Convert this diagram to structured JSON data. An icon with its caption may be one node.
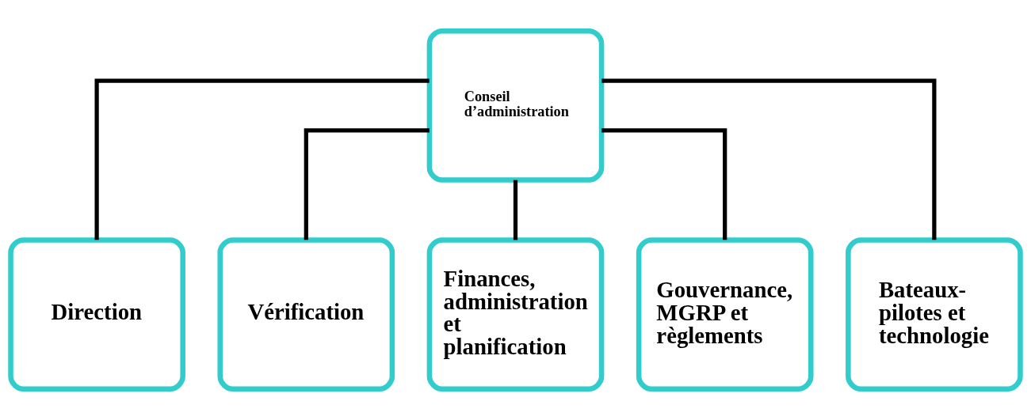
{
  "diagram": {
    "nodes": [
      {
        "text": [
          "Conseil d’administration"
        ]
      },
      {
        "text": [
          "Direction"
        ]
      },
      {
        "text": [
          "Vérification"
        ]
      },
      {
        "text": [
          "Finances, administration et planification"
        ]
      },
      {
        "text": [
          "Gouvernance, MGRP et règlements"
        ]
      },
      {
        "text": [
          "Bateaux-pilotes et technologie"
        ]
      }
    ],
    "edges": [
      {
        "from": 0,
        "to": 1,
        "arrow": "none"
      },
      {
        "from": 0,
        "to": 2,
        "arrow": "none"
      },
      {
        "from": 0,
        "to": 3,
        "arrow": "none"
      },
      {
        "from": 0,
        "to": 4,
        "arrow": "none"
      },
      {
        "from": 0,
        "to": 5,
        "arrow": "none"
      }
    ]
  }
}
